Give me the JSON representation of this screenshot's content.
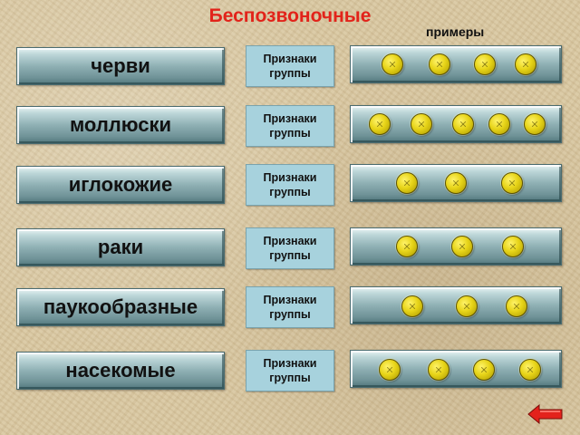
{
  "title": "Беспозвоночные",
  "examples_header": "примеры",
  "groups": [
    {
      "label": "черви",
      "signs_label": "Признаки группы",
      "examples_count": 4
    },
    {
      "label": "моллюски",
      "signs_label": "Признаки группы",
      "examples_count": 5
    },
    {
      "label": "иглокожие",
      "signs_label": "Признаки группы",
      "examples_count": 3
    },
    {
      "label": "раки",
      "signs_label": "Признаки группы",
      "examples_count": 3
    },
    {
      "label": "паукообразные",
      "signs_label": "Признаки группы",
      "examples_count": 3
    },
    {
      "label": "насекомые",
      "signs_label": "Признаки группы",
      "examples_count": 4
    }
  ],
  "back_icon": "back-arrow-icon",
  "colors": {
    "title": "#e2231a",
    "button_fill": "#8fb0b4",
    "signs_button_fill": "#a7d2dd",
    "example_dot": "#e7d418",
    "back_arrow": "#e3221c"
  }
}
